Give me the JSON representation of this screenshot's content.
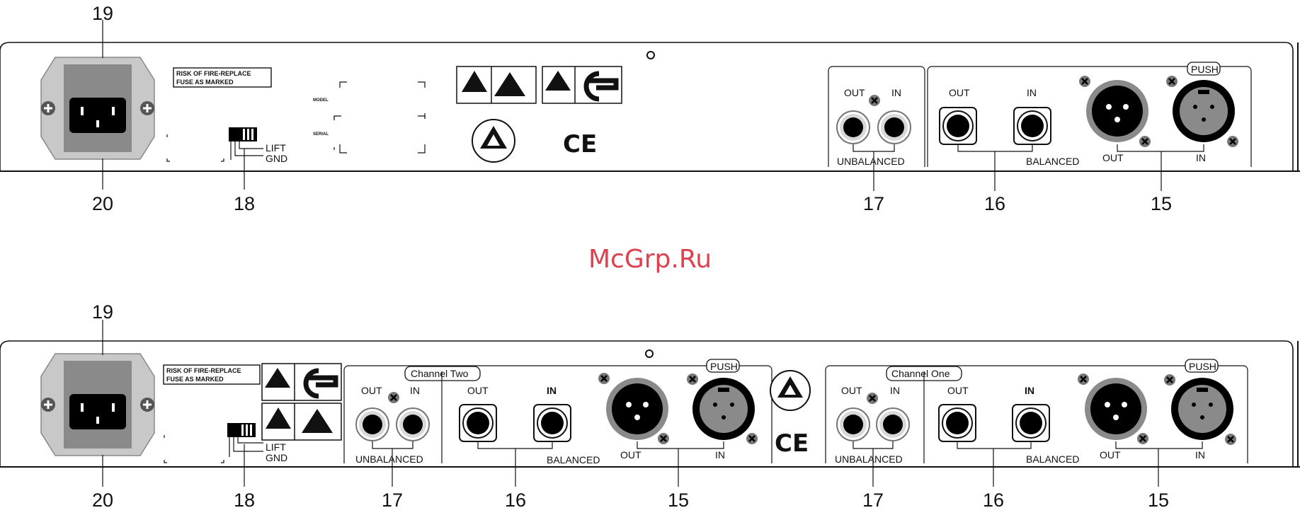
{
  "watermark": "McGrp.Ru",
  "top_panel": {
    "callouts": {
      "c19": "19",
      "c20": "20",
      "c18": "18",
      "c17": "17",
      "c16": "16",
      "c15": "15"
    },
    "warning_line1": "RISK OF FIRE-REPLACE",
    "warning_line2": "FUSE AS MARKED",
    "model_label": "MODEL",
    "serial_label": "SERIAL",
    "ground_lift": "LIFT",
    "ground_gnd": "GND",
    "unbal_out": "OUT",
    "unbal_in": "IN",
    "unbalanced": "UNBALANCED",
    "bal_out": "OUT",
    "bal_in": "IN",
    "balanced": "BALANCED",
    "xlr_out": "OUT",
    "xlr_in": "IN",
    "push": "PUSH",
    "ce": "CE"
  },
  "bottom_panel": {
    "callouts": {
      "c19": "19",
      "c20": "20",
      "c18": "18",
      "c17a": "17",
      "c16a": "16",
      "c15a": "15",
      "c17b": "17",
      "c16b": "16",
      "c15b": "15"
    },
    "warning_line1": "RISK OF FIRE-REPLACE",
    "warning_line2": "FUSE AS MARKED",
    "ground_lift": "LIFT",
    "ground_gnd": "GND",
    "channel_two": "Channel Two",
    "channel_one": "Channel One",
    "unbal_out": "OUT",
    "unbal_in": "IN",
    "unbalanced": "UNBALANCED",
    "bal_out": "OUT",
    "bal_in": "IN",
    "balanced": "BALANCED",
    "xlr_out": "OUT",
    "xlr_in": "IN",
    "push": "PUSH",
    "ce": "CE"
  }
}
